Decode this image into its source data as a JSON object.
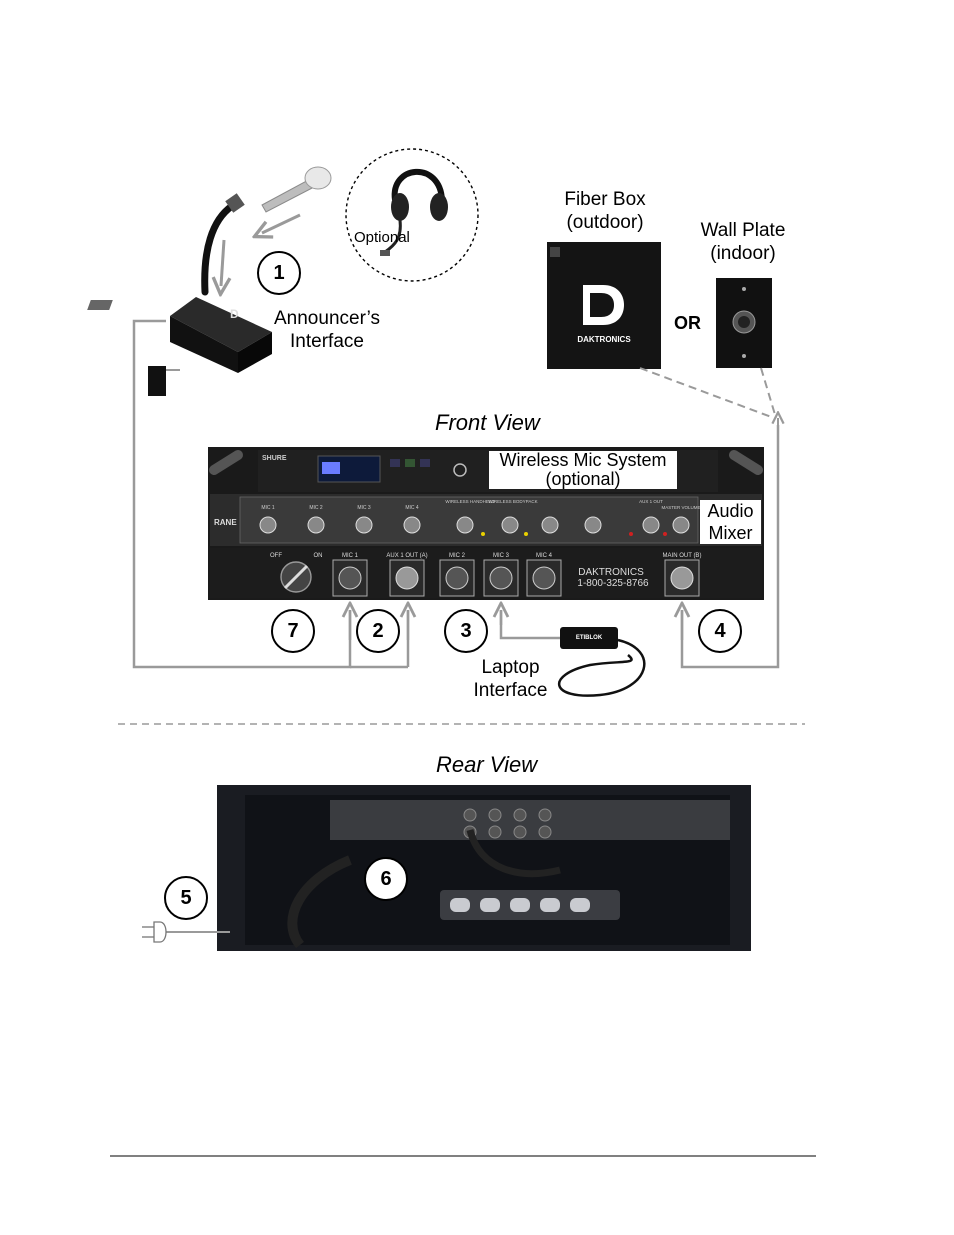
{
  "labels": {
    "optional": "Optional",
    "announcer_line1": "Announcer’s",
    "announcer_line2": "Interface",
    "fiber_line1": "Fiber Box",
    "fiber_line2": "(outdoor)",
    "wall_line1": "Wall Plate",
    "wall_line2": "(indoor)",
    "or": "OR",
    "front_view": "Front View",
    "rear_view": "Rear View",
    "wireless_line1": "Wireless Mic System",
    "wireless_line2": "(optional)",
    "mixer_line1": "Audio",
    "mixer_line2": "Mixer",
    "laptop_line1": "Laptop",
    "laptop_line2": "Interface"
  },
  "callouts": [
    "1",
    "2",
    "3",
    "4",
    "5",
    "6",
    "7"
  ],
  "device_text": {
    "daktronics_logo": "DAKTRONICS",
    "panel_brand": "DAKTRONICS",
    "panel_phone": "1-800-325-8766",
    "rane": "RANE",
    "shure": "SHURE",
    "off": "OFF",
    "on": "ON",
    "mic1": "MIC 1",
    "aux1": "AUX 1 OUT (A)",
    "mic2": "MIC 2",
    "mic3": "MIC 3",
    "mic4": "MIC 4",
    "main_out": "MAIN OUT (B)",
    "mixer_mic1": "MIC 1",
    "mixer_mic2": "MIC 2",
    "mixer_mic3": "MIC 3",
    "mixer_mic4": "MIC 4",
    "wireless_handheld": "WIRELESS HANDHELD",
    "wireless_bodypack": "WIRELESS BODYPACK",
    "aux1_out": "AUX 1 OUT",
    "master_volume": "MASTER VOLUME",
    "laptop_brand": "ETIBLOK"
  },
  "colors": {
    "line": "#9a9a9a",
    "dashed": "#9a9a9a",
    "panel": "#262626",
    "rear": "#1a1c22"
  }
}
